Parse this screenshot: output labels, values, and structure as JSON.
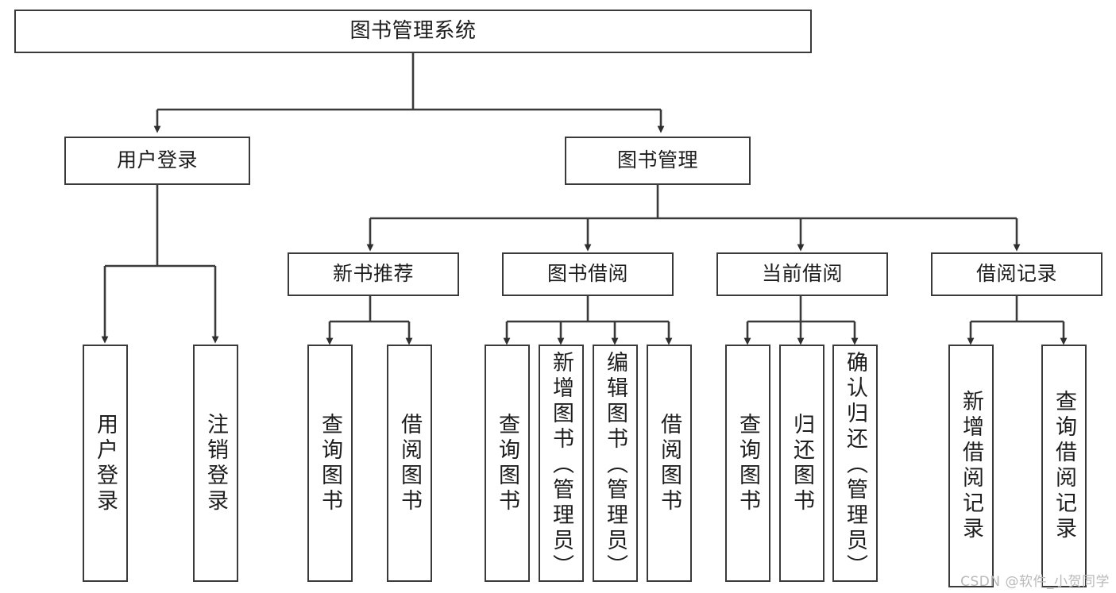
{
  "diagram": {
    "title": "图书管理系统",
    "watermark": "CSDN @软件_小贺同学",
    "stroke_color": "#3a3a3a",
    "text_color": "#1d1d1d",
    "background_color": "#ffffff",
    "root": {
      "label": "图书管理系统"
    },
    "level2": [
      {
        "label": "用户登录"
      },
      {
        "label": "图书管理"
      }
    ],
    "level3": [
      {
        "label": "新书推荐"
      },
      {
        "label": "图书借阅"
      },
      {
        "label": "当前借阅"
      },
      {
        "label": "借阅记录"
      }
    ],
    "leaves": {
      "user_login": [
        {
          "label": "用户登录"
        },
        {
          "label": "注销登录"
        }
      ],
      "new_book": [
        {
          "label": "查询图书"
        },
        {
          "label": "借阅图书"
        }
      ],
      "book_borrow": [
        {
          "label": "查询图书"
        },
        {
          "label": "新增图书（管理员）"
        },
        {
          "label": "编辑图书（管理员）"
        },
        {
          "label": "借阅图书"
        }
      ],
      "current_borrow": [
        {
          "label": "查询图书"
        },
        {
          "label": "归还图书"
        },
        {
          "label": "确认归还（管理员）"
        }
      ],
      "borrow_record": [
        {
          "label": "新增借阅记录"
        },
        {
          "label": "查询借阅记录"
        }
      ]
    }
  }
}
